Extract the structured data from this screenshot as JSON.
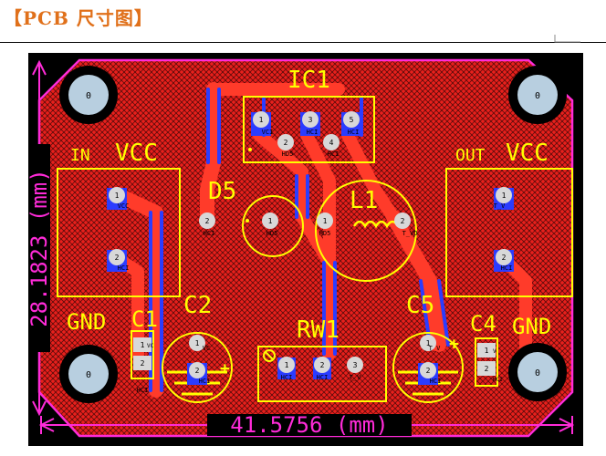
{
  "page": {
    "title": "【PCB 尺寸图】"
  },
  "colors": {
    "background": "#000000",
    "board_fill": "#e8201c",
    "copper": "#ff3b2a",
    "outline": "#ff2bd8",
    "silk": "#ffff00",
    "dimension": "#ff2bd8",
    "pad": "#d8d8d8",
    "via": "#b8cfe0",
    "bottom_layer": "#2b3cff",
    "header_text": "#e0701a"
  },
  "dimensions": {
    "width_label": "41.5756 (mm)",
    "height_label": "28.1823 (mm)"
  },
  "mounting_holes": [
    {
      "label": "0"
    },
    {
      "label": "0"
    },
    {
      "label": "0"
    },
    {
      "label": "0"
    }
  ],
  "silkscreen": {
    "ic1": "IC1",
    "d5": "D5",
    "l1": "L1",
    "c1": "C1",
    "c2": "C2",
    "c4": "C4",
    "c5": "C5",
    "rw1": "RW1",
    "in_label": "IN",
    "in_vcc": "VCC",
    "out_label": "OUT",
    "out_vcc": "VCC",
    "gnd_left": "GND",
    "gnd_right": "GND",
    "plus_c2": "+",
    "plus_c5": "+"
  },
  "pads": {
    "ic1": [
      {
        "num": "1",
        "net": "VCI"
      },
      {
        "num": "2",
        "net": "HD5"
      },
      {
        "num": "3",
        "net": "HCI"
      },
      {
        "num": "4",
        "net": "HCI"
      },
      {
        "num": "5",
        "net": "HCI"
      }
    ],
    "in_conn": [
      {
        "num": "1",
        "net": "VCC"
      },
      {
        "num": "2",
        "net": "HCI"
      }
    ],
    "out_conn": [
      {
        "num": "1",
        "net": "T_V"
      },
      {
        "num": "2",
        "net": "HCI"
      }
    ],
    "d5": [
      {
        "num": "2",
        "net": "HCI"
      },
      {
        "num": "1",
        "net": "HD5"
      }
    ],
    "l1": [
      {
        "num": "1",
        "net": "HD5"
      },
      {
        "num": "2",
        "net": "T_VO"
      }
    ],
    "c2": [
      {
        "num": "1",
        "net": "VC"
      },
      {
        "num": "2",
        "net": "HCI"
      }
    ],
    "c5": [
      {
        "num": "1",
        "net": "T_V"
      },
      {
        "num": "2",
        "net": "HCI"
      }
    ],
    "rw1": [
      {
        "num": "1",
        "net": "HCI"
      },
      {
        "num": "2",
        "net": "HCI"
      },
      {
        "num": "3",
        "net": "T_V"
      }
    ],
    "c1": [
      {
        "num": "1",
        "net": "VC"
      },
      {
        "num": "2",
        "net": "HCI"
      }
    ],
    "c4": [
      {
        "num": "1",
        "net": "V"
      },
      {
        "num": "2",
        "net": "HCI"
      }
    ]
  }
}
